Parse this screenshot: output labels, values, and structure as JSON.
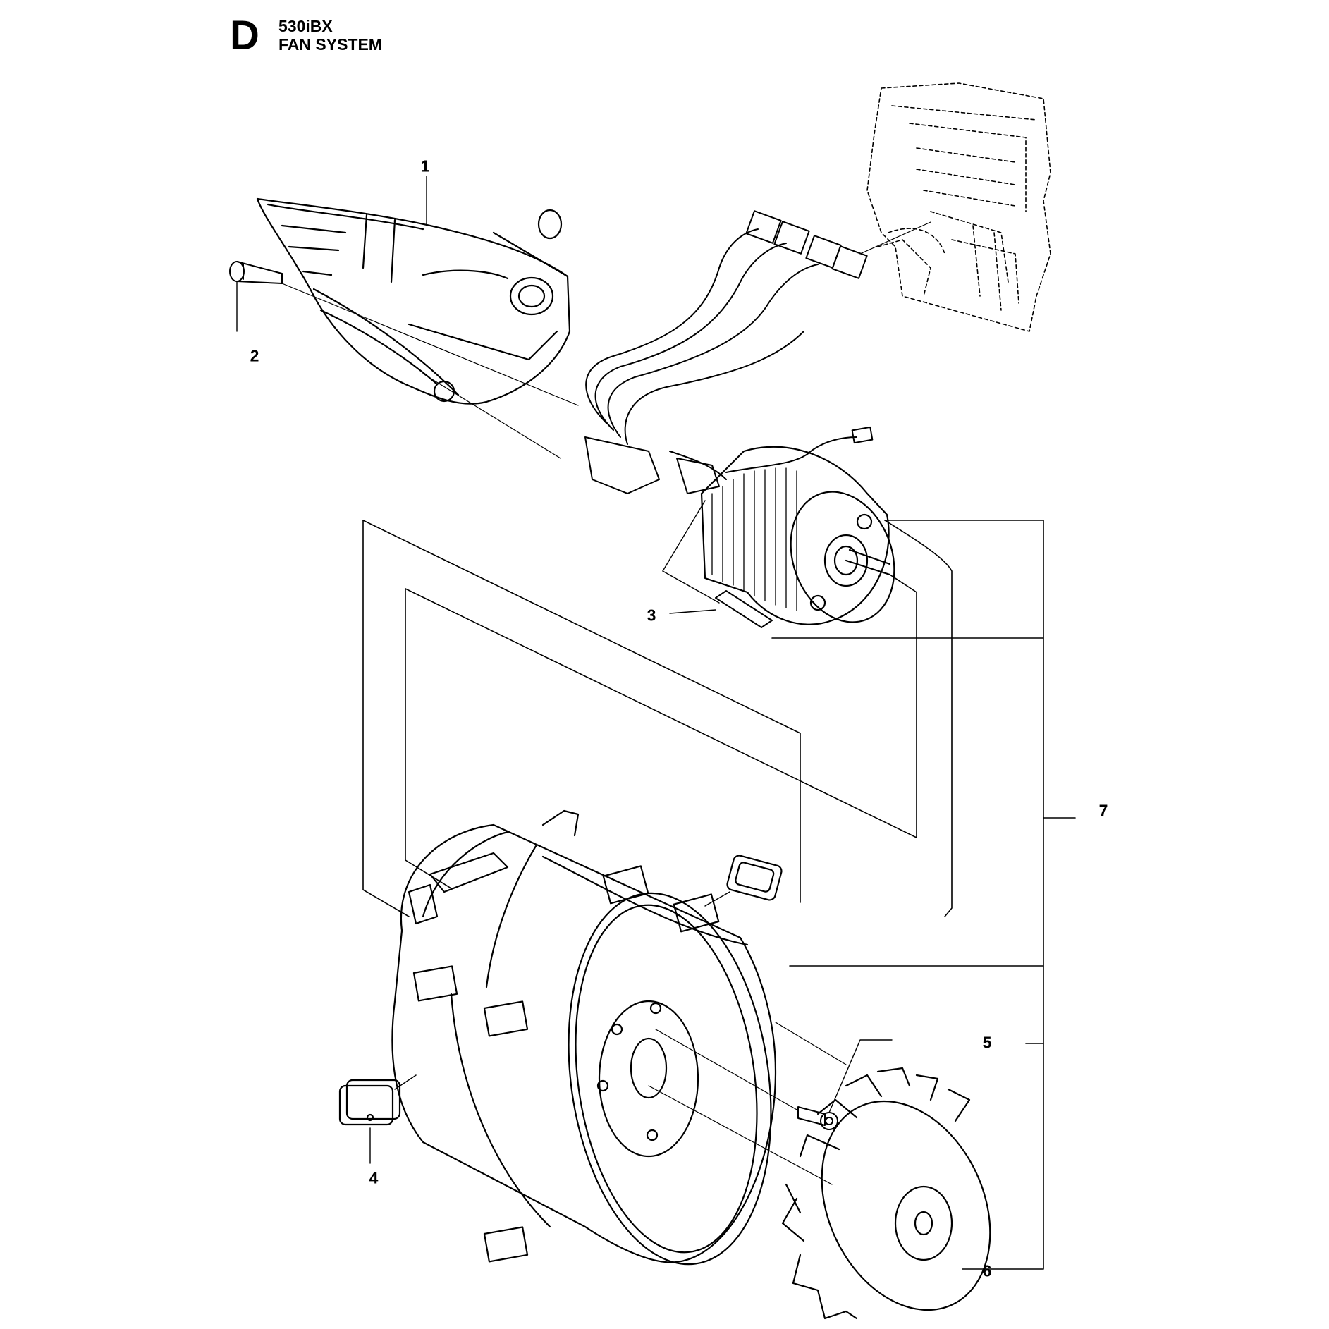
{
  "header": {
    "section_letter": "D",
    "model": "530iBX",
    "title": "FAN SYSTEM"
  },
  "callouts": [
    {
      "id": "1",
      "label": "1"
    },
    {
      "id": "2",
      "label": "2"
    },
    {
      "id": "3",
      "label": "3"
    },
    {
      "id": "4",
      "label": "4"
    },
    {
      "id": "5",
      "label": "5"
    },
    {
      "id": "6",
      "label": "6"
    },
    {
      "id": "7",
      "label": "7"
    }
  ],
  "colors": {
    "line": "#000000",
    "background": "#ffffff",
    "shade": "#dcdcdc"
  }
}
